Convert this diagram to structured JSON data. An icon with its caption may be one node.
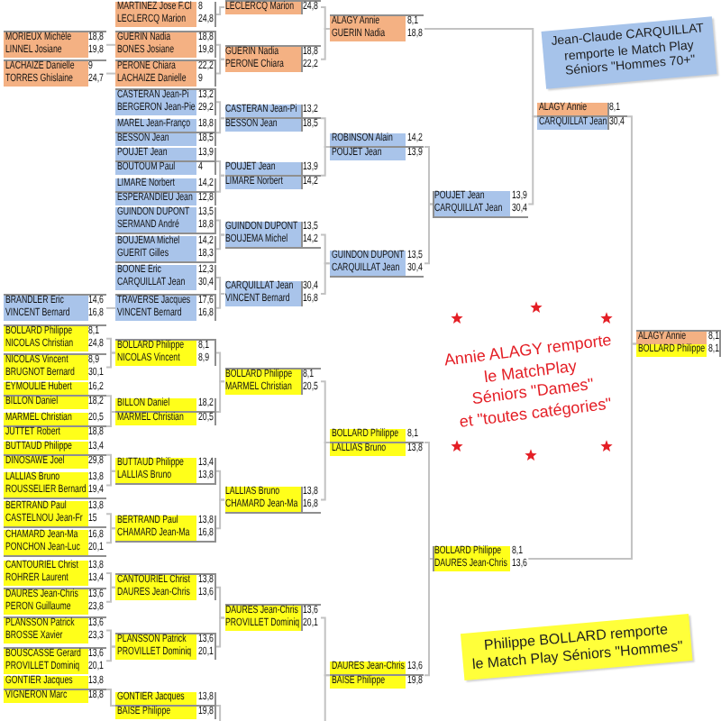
{
  "diagram": {
    "nodes": [
      {
        "text": [
          "MORIEUX Michèle",
          "18,8",
          "LINNEL Josiane",
          "19,8"
        ]
      },
      {
        "text": [
          "LACHAIZE Danielle",
          "9",
          "TORRES Ghislaine",
          "24,7"
        ]
      },
      {
        "text": [
          "BRANDLER Eric",
          "14,6",
          "VINCENT Bernard",
          "16,8"
        ]
      },
      {
        "text": [
          "BOLLARD Philippe",
          "8,1",
          "NICOLAS Christian",
          "24,8"
        ]
      },
      {
        "text": [
          "NICOLAS Vincent",
          "8,9",
          "BRUGNOT Bernard",
          "30,1"
        ]
      },
      {
        "text": [
          "EYMOULIE Hubert",
          "16,2",
          "BILLON Daniel",
          "18,2"
        ]
      },
      {
        "text": [
          "MARMEL Christian",
          "20,5",
          "JUTTET Robert",
          "18,8"
        ]
      },
      {
        "text": [
          "BUTTAUD Philippe",
          "13,4",
          "DINOSAWE Joel",
          "29,8"
        ]
      },
      {
        "text": [
          "LALLIAS Bruno",
          "13,8",
          "ROUSSELIER Bernard",
          "19,4"
        ]
      },
      {
        "text": [
          "BERTRAND Paul",
          "13,8",
          "CASTELNOU Jean-Fr",
          "15"
        ]
      },
      {
        "text": [
          "CHAMARD Jean-Ma",
          "16,8",
          "PONCHON Jean-Luc",
          "20,1"
        ]
      },
      {
        "text": [
          "CANTOURIEL Christ",
          "13,8",
          "ROHRER Laurent",
          "13,4"
        ]
      },
      {
        "text": [
          "DAURES Jean-Chris",
          "13,6",
          "PERON Guillaume",
          "23,8"
        ]
      },
      {
        "text": [
          "PLANSSON Patrick",
          "13,6",
          "BROSSE Xavier",
          "23,3"
        ]
      },
      {
        "text": [
          "BOUSCASSE Gerard",
          "13,6",
          "PROVILLET Dominiq",
          "20,1"
        ]
      },
      {
        "text": [
          "GONTIER Jacques",
          "13,8",
          "VIGNERON Marc",
          "18,8"
        ]
      },
      {
        "text": [
          "MARTINEZ Jose F.Cl",
          "8",
          "LECLERCQ Marion",
          "24,8"
        ]
      },
      {
        "text": [
          "GUERIN Nadia",
          "18,8",
          "BONES Josiane",
          "19,8"
        ]
      },
      {
        "text": [
          "PERONE Chiara",
          "22,2",
          "LACHAIZE Danielle",
          "9"
        ]
      },
      {
        "text": [
          "CASTERAN Jean-Pi",
          "13,2",
          "BERGERON Jean-Pie",
          "29,2"
        ]
      },
      {
        "text": [
          "MAREL Jean-Franço",
          "18,8",
          "BESSON Jean",
          "18,5"
        ]
      },
      {
        "text": [
          "POUJET Jean",
          "13,9",
          "BOUTOUM Paul",
          "4"
        ]
      },
      {
        "text": [
          "LIMARE Norbert",
          "14,2",
          "ESPERANDIEU Jean",
          "12,8"
        ]
      },
      {
        "text": [
          "GUINDON DUPONT",
          "13,5",
          "SERMAND André",
          "18,8"
        ]
      },
      {
        "text": [
          "BOUJEMA Michel",
          "14,2",
          "GUERIT Gilles",
          "18,3"
        ]
      },
      {
        "text": [
          "BOONE Eric",
          "12,3",
          "CARQUILLAT Jean",
          "30,4"
        ]
      },
      {
        "text": [
          "TRAVERSE Jacques",
          "17,6",
          "VINCENT Bernard",
          "16,8"
        ]
      },
      {
        "text": [
          "BOLLARD Philippe",
          "8,1",
          "NICOLAS Vincent",
          "8,9"
        ]
      },
      {
        "text": [
          "BILLON Daniel",
          "18,2",
          "MARMEL Christian",
          "20,5"
        ]
      },
      {
        "text": [
          "BUTTAUD Philippe",
          "13,4",
          "LALLIAS Bruno",
          "13,8"
        ]
      },
      {
        "text": [
          "BERTRAND Paul",
          "13,8",
          "CHAMARD Jean-Ma",
          "16,8"
        ]
      },
      {
        "text": [
          "CANTOURIEL Christ",
          "13,8",
          "DAURES Jean-Chris",
          "13,6"
        ]
      },
      {
        "text": [
          "PLANSSON Patrick",
          "13,6",
          "PROVILLET Dominiq",
          "20,1"
        ]
      },
      {
        "text": [
          "GONTIER Jacques",
          "13,8",
          "BAISE Philippe",
          "19,8"
        ]
      },
      {
        "text": [
          "LECLERCQ Marion",
          "24,8"
        ]
      },
      {
        "text": [
          "GUERIN Nadia",
          "18,8",
          "PERONE Chiara",
          "22,2"
        ]
      },
      {
        "text": [
          "CASTERAN Jean-Pi",
          "13,2",
          "BESSON Jean",
          "18,5"
        ]
      },
      {
        "text": [
          "POUJET Jean",
          "13,9",
          "LIMARE Norbert",
          "14,2"
        ]
      },
      {
        "text": [
          "GUINDON DUPONT",
          "13,5",
          "BOUJEMA Michel",
          "14,2"
        ]
      },
      {
        "text": [
          "CARQUILLAT Jean",
          "30,4",
          "VINCENT Bernard",
          "16,8"
        ]
      },
      {
        "text": [
          "BOLLARD Philippe",
          "8,1",
          "MARMEL Christian",
          "20,5"
        ]
      },
      {
        "text": [
          "LALLIAS Bruno",
          "13,8",
          "CHAMARD Jean-Ma",
          "16,8"
        ]
      },
      {
        "text": [
          "DAURES Jean-Chris",
          "13,6",
          "PROVILLET Dominiq",
          "20,1"
        ]
      },
      {
        "text": [
          "ALAGY Annie",
          "8,1",
          "GUERIN Nadia",
          "18,8"
        ]
      },
      {
        "text": [
          "ROBINSON Alain",
          "14,2",
          "POUJET Jean",
          "13,9"
        ]
      },
      {
        "text": [
          "GUINDON DUPONT",
          "13,5",
          "CARQUILLAT Jean",
          "30,4"
        ]
      },
      {
        "text": [
          "BOLLARD Philippe",
          "8,1",
          "LALLIAS Bruno",
          "13,8"
        ]
      },
      {
        "text": [
          "DAURES Jean-Chris",
          "13,6",
          "BAISE Philippe",
          "19,8"
        ]
      },
      {
        "text": [
          "POUJET Jean",
          "13,9",
          "CARQUILLAT Jean",
          "30,4"
        ]
      },
      {
        "text": [
          "BOLLARD Philippe",
          "8,1",
          "DAURES Jean-Chris",
          "13,6"
        ]
      },
      {
        "text": [
          "ALAGY Annie",
          "8,1",
          "CARQUILLAT Jean",
          "30,4"
        ]
      },
      {
        "text": [
          "ALAGY Annie",
          "8,1",
          "BOLLARD Philippe",
          "8,1"
        ]
      },
      {
        "text": [
          "Jean-Claude CARQUILLAT remporte le Match Play Séniors \"Hommes 70+\""
        ]
      },
      {
        "text": [
          "Philippe BOLLARD remporte le Match Play Séniors \"Hommes\""
        ]
      }
    ],
    "edges": [
      {
        "from": 0,
        "to": 17,
        "arrow": "none"
      },
      {
        "from": 1,
        "to": 18,
        "arrow": "none"
      },
      {
        "from": 2,
        "to": 26,
        "arrow": "none"
      },
      {
        "from": 3,
        "to": 27,
        "arrow": "none"
      },
      {
        "from": 4,
        "to": 27,
        "arrow": "none"
      },
      {
        "from": 5,
        "to": 28,
        "arrow": "none"
      },
      {
        "from": 6,
        "to": 28,
        "arrow": "none"
      },
      {
        "from": 7,
        "to": 29,
        "arrow": "none"
      },
      {
        "from": 8,
        "to": 29,
        "arrow": "none"
      },
      {
        "from": 9,
        "to": 30,
        "arrow": "none"
      },
      {
        "from": 10,
        "to": 30,
        "arrow": "none"
      },
      {
        "from": 11,
        "to": 31,
        "arrow": "none"
      },
      {
        "from": 12,
        "to": 31,
        "arrow": "none"
      },
      {
        "from": 13,
        "to": 32,
        "arrow": "none"
      },
      {
        "from": 14,
        "to": 32,
        "arrow": "none"
      },
      {
        "from": 15,
        "to": 33,
        "arrow": "none"
      },
      {
        "from": 16,
        "to": 34,
        "arrow": "none"
      },
      {
        "from": 17,
        "to": 35,
        "arrow": "none"
      },
      {
        "from": 18,
        "to": 35,
        "arrow": "none"
      },
      {
        "from": 19,
        "to": 36,
        "arrow": "none"
      },
      {
        "from": 20,
        "to": 36,
        "arrow": "none"
      },
      {
        "from": 21,
        "to": 37,
        "arrow": "none"
      },
      {
        "from": 22,
        "to": 37,
        "arrow": "none"
      },
      {
        "from": 23,
        "to": 38,
        "arrow": "none"
      },
      {
        "from": 24,
        "to": 38,
        "arrow": "none"
      },
      {
        "from": 25,
        "to": 39,
        "arrow": "none"
      },
      {
        "from": 26,
        "to": 39,
        "arrow": "none"
      },
      {
        "from": 27,
        "to": 40,
        "arrow": "none"
      },
      {
        "from": 28,
        "to": 40,
        "arrow": "none"
      },
      {
        "from": 29,
        "to": 41,
        "arrow": "none"
      },
      {
        "from": 30,
        "to": 41,
        "arrow": "none"
      },
      {
        "from": 31,
        "to": 42,
        "arrow": "none"
      },
      {
        "from": 32,
        "to": 42,
        "arrow": "none"
      },
      {
        "from": 33,
        "to": null,
        "arrow": "none"
      },
      {
        "from": 34,
        "to": 43,
        "arrow": "none"
      },
      {
        "from": 35,
        "to": 43,
        "arrow": "none"
      },
      {
        "from": 36,
        "to": 44,
        "arrow": "none"
      },
      {
        "from": 37,
        "to": 44,
        "arrow": "none"
      },
      {
        "from": 38,
        "to": 45,
        "arrow": "none"
      },
      {
        "from": 39,
        "to": 45,
        "arrow": "none"
      },
      {
        "from": 40,
        "to": 46,
        "arrow": "none"
      },
      {
        "from": 41,
        "to": 46,
        "arrow": "none"
      },
      {
        "from": 42,
        "to": 47,
        "arrow": "none"
      },
      {
        "from": null,
        "to": 47,
        "arrow": "none"
      },
      {
        "from": 44,
        "to": 48,
        "arrow": "none"
      },
      {
        "from": 45,
        "to": 48,
        "arrow": "none"
      },
      {
        "from": 46,
        "to": 49,
        "arrow": "none"
      },
      {
        "from": 47,
        "to": 49,
        "arrow": "none"
      },
      {
        "from": 43,
        "to": 50,
        "arrow": "none"
      },
      {
        "from": 48,
        "to": 50,
        "arrow": "none"
      },
      {
        "from": 50,
        "to": 51,
        "arrow": "none"
      },
      {
        "from": 49,
        "to": 51,
        "arrow": "none"
      }
    ],
    "labels": [
      "Annie ALAGY remporte le MatchPlay Séniors \"Dames\" et \"toutes catégories\""
    ]
  }
}
